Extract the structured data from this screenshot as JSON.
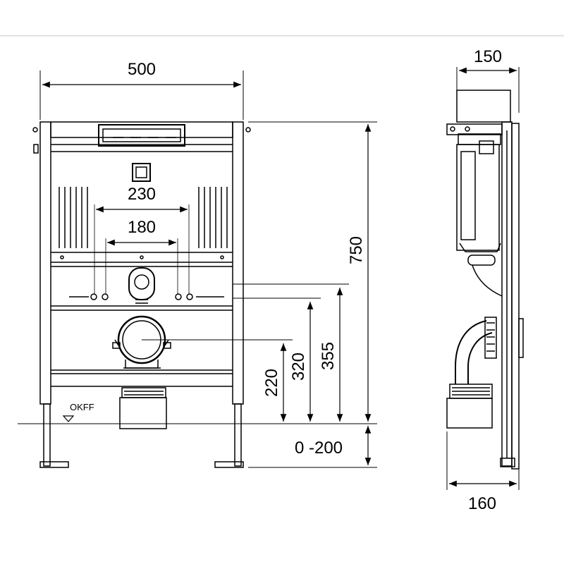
{
  "drawing": {
    "front_view": {
      "width_label": "500",
      "outer_pipe_spacing_label": "230",
      "inner_pipe_spacing_label": "180",
      "height_label": "750",
      "outlet_height_label": "220",
      "connection_height_label_1": "320",
      "connection_height_label_2": "355",
      "adjustment_label": "0 -200",
      "floor_reference_label": "OKFF"
    },
    "side_view": {
      "top_depth_label": "150",
      "bottom_depth_label": "160"
    }
  },
  "colors": {
    "line": "#000000",
    "background": "#ffffff",
    "header_border": "#d6d6d6"
  }
}
